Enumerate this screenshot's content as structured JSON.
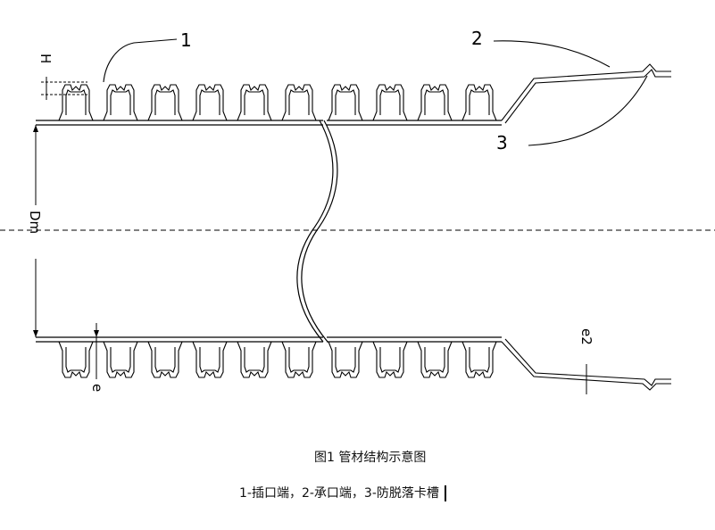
{
  "diagram": {
    "callouts": {
      "label1": "1",
      "label2": "2",
      "label3": "3"
    },
    "dimensions": {
      "H": "H",
      "Dm": "Dm",
      "e": "e",
      "e2": "e2"
    }
  },
  "caption": {
    "title": "图1 管材结构示意图",
    "legend": "1-插口端，2-承口端，3-防脱落卡槽"
  }
}
